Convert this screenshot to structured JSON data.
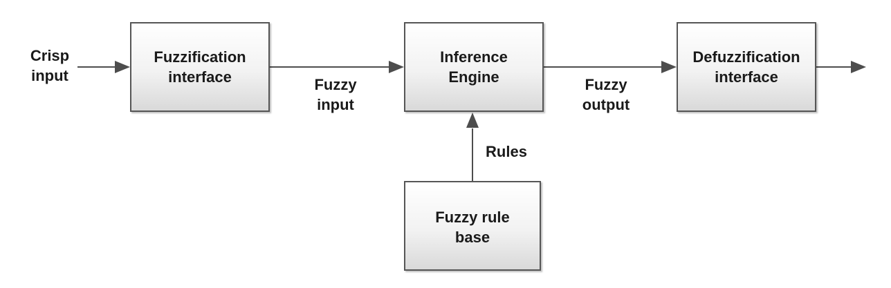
{
  "diagram": {
    "nodes": {
      "fuzzification": {
        "line1": "Fuzzification",
        "line2": "interface"
      },
      "inference": {
        "line1": "Inference",
        "line2": "Engine"
      },
      "defuzzification": {
        "line1": "Defuzzification",
        "line2": "interface"
      },
      "rule_base": {
        "line1": "Fuzzy rule",
        "line2": "base"
      }
    },
    "edge_labels": {
      "crisp_input": {
        "line1": "Crisp",
        "line2": "input"
      },
      "fuzzy_input": {
        "line1": "Fuzzy",
        "line2": "input"
      },
      "fuzzy_output": {
        "line1": "Fuzzy",
        "line2": "output"
      },
      "rules": {
        "line1": "Rules"
      }
    },
    "colors": {
      "stroke": "#4d4d4d",
      "box_border": "#555555",
      "text": "#1a1a1a"
    }
  }
}
